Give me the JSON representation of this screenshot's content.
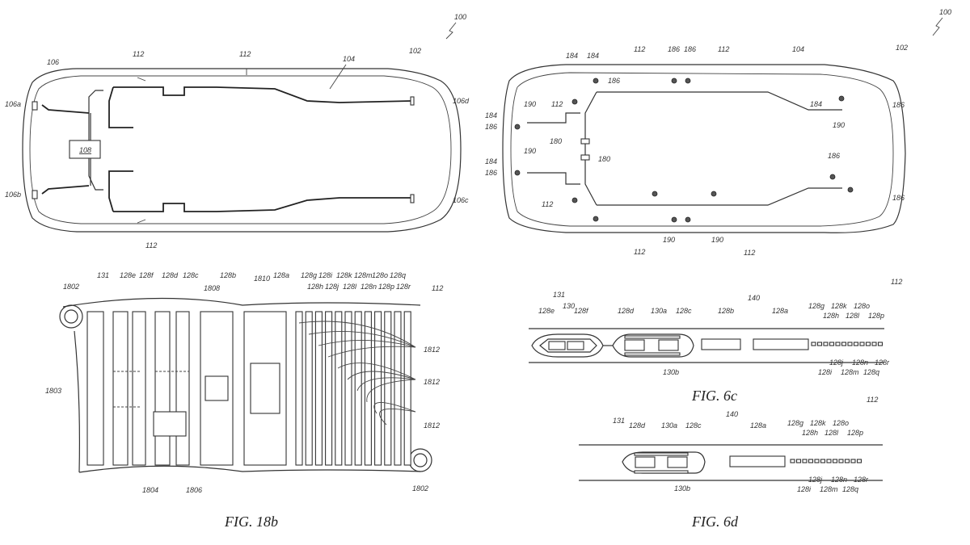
{
  "figures": {
    "top_left": {
      "title": "Vehicle wiring layout (left)",
      "labels": {
        "vehicle": "100",
        "body": "102",
        "harness": "104",
        "sensor_group": "106",
        "sensor_a": "106a",
        "sensor_b": "106b",
        "sensor_c": "106c",
        "sensor_d": "106d",
        "controller": "108",
        "cable": "112"
      }
    },
    "top_right": {
      "title": "Vehicle wiring layout (right)",
      "labels": {
        "vehicle": "100",
        "body": "102",
        "harness": "104",
        "cable": "112",
        "connector": "180",
        "branch": "184",
        "node": "186",
        "junction": "190"
      }
    },
    "fig18b": {
      "caption": "FIG. 18b",
      "labels": {
        "hole": "1802",
        "region_a": "1803",
        "region_b": "1804",
        "region_c": "1806",
        "region_d": "1808",
        "region_e": "1810",
        "traces": "1812",
        "cable": "112",
        "shield": "131",
        "conductors": [
          "128e",
          "128f",
          "128d",
          "128c",
          "128b",
          "128a"
        ],
        "small_top": [
          "128g",
          "128i",
          "128k",
          "128m",
          "128o",
          "128q"
        ],
        "small_bottom": [
          "128h",
          "128j",
          "128l",
          "128n",
          "128p",
          "128r"
        ]
      }
    },
    "fig6c": {
      "caption": "FIG. 6c",
      "labels": {
        "cable": "112",
        "shield": "131",
        "inner": "130",
        "jacket": "140",
        "shield_a": "130a",
        "shield_b": "130b",
        "left_pair": [
          "128e",
          "128f"
        ],
        "mid_pair": [
          "128d",
          "128c"
        ],
        "big": [
          "128b",
          "128a"
        ],
        "small_top": [
          "128g",
          "128h",
          "128k",
          "128l",
          "128o",
          "128p"
        ],
        "small_bottom": [
          "128i",
          "128j",
          "128m",
          "128n",
          "128q",
          "128r"
        ]
      }
    },
    "fig6d": {
      "caption": "FIG. 6d",
      "labels": {
        "cable": "112",
        "shield": "131",
        "jacket": "140",
        "shield_a": "130a",
        "shield_b": "130b",
        "mid_pair": [
          "128d",
          "128c"
        ],
        "big": "128a",
        "small_top": [
          "128g",
          "128h",
          "128k",
          "128l",
          "128o",
          "128p"
        ],
        "small_bottom": [
          "128i",
          "128j",
          "128m",
          "128n",
          "128q",
          "128r"
        ]
      }
    }
  }
}
